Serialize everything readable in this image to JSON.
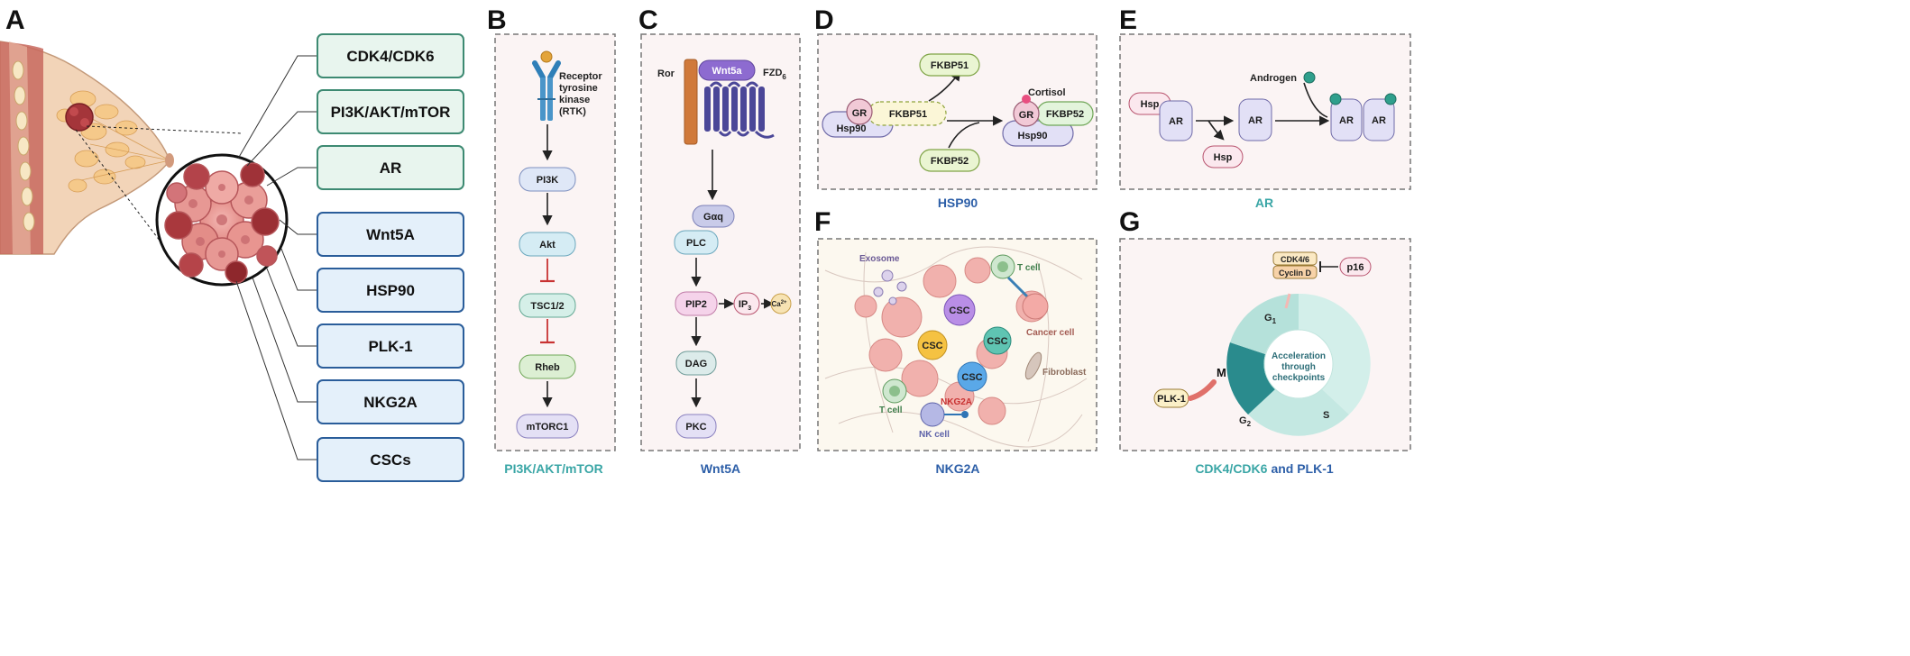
{
  "panel_letters": [
    "A",
    "B",
    "C",
    "D",
    "E",
    "F",
    "G"
  ],
  "panel_a": {
    "targets_green": [
      "CDK4/CDK6",
      "PI3K/AKT/mTOR",
      "AR"
    ],
    "targets_blue": [
      "Wnt5A",
      "HSP90",
      "PLK-1",
      "NKG2A",
      "CSCs"
    ]
  },
  "panel_b": {
    "caption": "PI3K/AKT/mTOR",
    "receptor_label": [
      "Receptor",
      "tyrosine",
      "kinase",
      "(RTK)"
    ],
    "nodes": [
      "PI3K",
      "Akt",
      "TSC1/2",
      "Rheb",
      "mTORC1"
    ]
  },
  "panel_c": {
    "caption": "Wnt5A",
    "ror_label": "Ror",
    "ligand_label": "Wnt5a",
    "fzd_label": "FZD",
    "fzd_sub": "6",
    "nodes": {
      "gaq": "Gαq",
      "plc": "PLC",
      "pip2": "PIP2",
      "ip3": "IP",
      "ip3_sub": "3",
      "ca": "Ca",
      "ca_sup": "2+",
      "dag": "DAG",
      "pkc": "PKC"
    }
  },
  "panel_d": {
    "caption": "HSP90",
    "left": {
      "gr": "GR",
      "fkbp51": "FKBP51",
      "hsp90": "Hsp90"
    },
    "top_product": "FKBP51",
    "bottom_input": "FKBP52",
    "right": {
      "cortisol": "Cortisol",
      "gr": "GR",
      "fkbp52": "FKBP52",
      "hsp90": "Hsp90"
    }
  },
  "panel_e": {
    "caption": "AR",
    "hsp": "Hsp",
    "ar": "AR",
    "androgen": "Androgen"
  },
  "panel_f": {
    "caption": "NKG2A",
    "labels": {
      "exosome": "Exosome",
      "t_cell_top": "T cell",
      "cancer_cell": "Cancer cell",
      "fibroblast": "Fibroblast",
      "t_cell_bottom": "T cell",
      "nk_cell": "NK cell",
      "nkg2a": "NKG2A",
      "csc": "CSC"
    }
  },
  "panel_g": {
    "caption_part1": "CDK4/CDK6",
    "caption_part2": "and PLK-1",
    "cdk_box": [
      "CDK4/6",
      "Cyclin D"
    ],
    "p16": "p16",
    "g1": "G",
    "g1_sub": "1",
    "g2": "G",
    "g2_sub": "2",
    "m": "M",
    "s": "S",
    "plk1": "PLK-1",
    "center": [
      "Acceleration",
      "through",
      "checkpoints"
    ]
  },
  "colors": {
    "green_box_fill": "#e8f5ee",
    "green_box_stroke": "#3d8a72",
    "blue_box_fill": "#e4f0fa",
    "blue_box_stroke": "#2a5d9a",
    "caption_teal": "#3aa6a6",
    "caption_blue": "#2d5fa8",
    "panel_bg": "#fbf4f4",
    "ror_orange": "#d0793a",
    "fzd_purple": "#4b4798",
    "inhibit_red": "#c83232",
    "cycle_dark": "#2a8b8d",
    "cycle_light": "#d3efea"
  }
}
